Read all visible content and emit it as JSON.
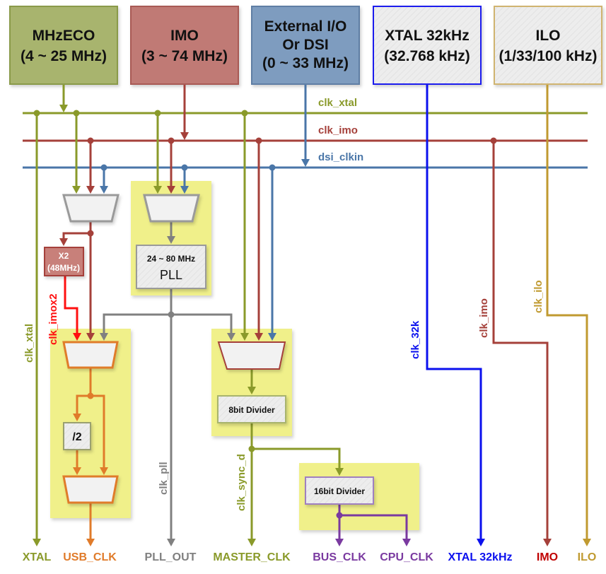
{
  "diagram_title": "Clock system block diagram",
  "colors": {
    "xtal": "#8a9a2a",
    "imo": "#a5403a",
    "dsi": "#4a76a8",
    "xtal32": "#0b10ee",
    "ilo": "#c09a30",
    "pll": "#808080",
    "usb": "#e07b2a",
    "imox2": "#ff1010",
    "purple": "#7a3aa0",
    "highlight": "#f0f08a"
  },
  "sources": [
    {
      "id": "mhzeco",
      "line1": "MHzECO",
      "line2": "(4 ~ 25 MHz)"
    },
    {
      "id": "imo",
      "line1": "IMO",
      "line2": "(3 ~ 74 MHz)"
    },
    {
      "id": "extio",
      "line1": "External I/O",
      "line2": "Or DSI",
      "line3": "(0 ~ 33 MHz)"
    },
    {
      "id": "xtal32",
      "line1": "XTAL 32kHz",
      "line2": "(32.768 kHz)"
    },
    {
      "id": "ilo",
      "line1": "ILO",
      "line2": "(1/33/100 kHz)"
    }
  ],
  "buses": {
    "clk_xtal": "clk_xtal",
    "clk_imo": "clk_imo",
    "dsi_clkin": "dsi_clkin"
  },
  "blocks": {
    "x2_line1": "X2",
    "x2_line2": "(48MHz)",
    "pll_freq": "24 ~ 80 MHz",
    "pll_name": "PLL",
    "div2": "/2",
    "div8": "8bit Divider",
    "div16": "16bit Divider"
  },
  "signal_labels": {
    "clk_xtal": "clk_xtal",
    "clk_imox2": "clk_imox2",
    "clk_pll": "clk_pll",
    "clk_sync_d": "clk_sync_d",
    "clk_32k": "clk_32k",
    "clk_imo": "clk_imo",
    "clk_ilo": "clk_ilo"
  },
  "outputs": [
    {
      "id": "xtal",
      "label": "XTAL"
    },
    {
      "id": "usb",
      "label": "USB_CLK"
    },
    {
      "id": "pll_out",
      "label": "PLL_OUT"
    },
    {
      "id": "master",
      "label": "MASTER_CLK"
    },
    {
      "id": "bus",
      "label": "BUS_CLK"
    },
    {
      "id": "cpu",
      "label": "CPU_CLK"
    },
    {
      "id": "xtal32",
      "label": "XTAL 32kHz"
    },
    {
      "id": "imo",
      "label": "IMO"
    },
    {
      "id": "ilo",
      "label": "ILO"
    }
  ]
}
